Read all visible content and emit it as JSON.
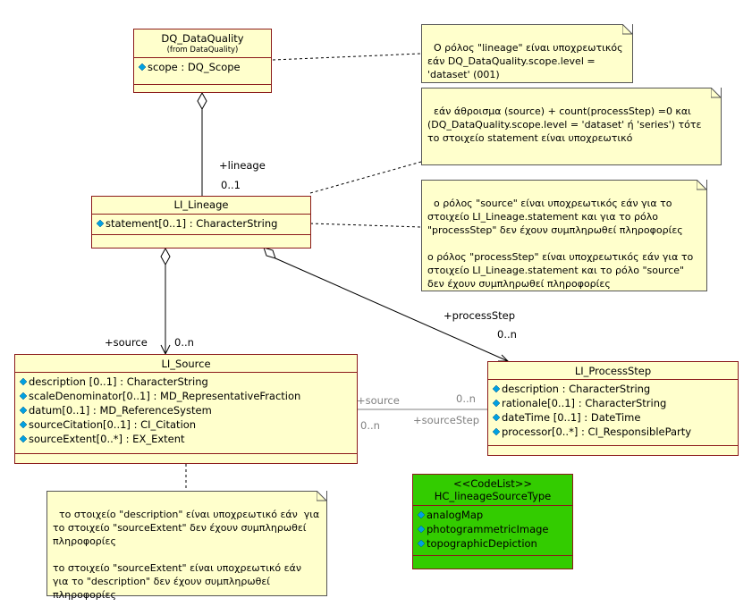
{
  "classes": {
    "dq_dataquality": {
      "name": "DQ_DataQuality",
      "from": "(from DataQuality)",
      "attributes": [
        "scope : DQ_Scope"
      ]
    },
    "li_lineage": {
      "name": "LI_Lineage",
      "attributes": [
        "statement[0..1] : CharacterString"
      ]
    },
    "li_source": {
      "name": "LI_Source",
      "attributes": [
        "description [0..1] : CharacterString",
        "scaleDenominator[0..1] : MD_RepresentativeFraction",
        "datum[0..1] : MD_ReferenceSystem",
        "sourceCitation[0..1] : CI_Citation",
        "sourceExtent[0..*] : EX_Extent"
      ]
    },
    "li_processstep": {
      "name": "LI_ProcessStep",
      "attributes": [
        "description : CharacterString",
        "rationale[0..1] : CharacterString",
        "dateTime [0..1] : DateTime",
        "processor[0..*] : CI_ResponsibleParty"
      ]
    },
    "hc_lineagesourcetype": {
      "stereotype": "<<CodeList>>",
      "name": "HC_lineageSourceType",
      "attributes": [
        "analogMap",
        "photogrammetricImage",
        "topographicDepiction"
      ]
    }
  },
  "notes": {
    "note1": "Ο ρόλος \"lineage\" είναι υποχρεωτικός\nεάν DQ_DataQuality.scope.level =\n'dataset' (001)",
    "note2": "εάν άθροισμα (source) + count(processStep) =0 και\n(DQ_DataQuality.scope.level = 'dataset' ή 'series') τότε\nτο στοιχείο statement είναι υποχρεωτικό",
    "note3": "ο ρόλος \"source\" είναι υποχρεωτικός εάν για το\nστοιχείο LI_Lineage.statement και για το ρόλο\n\"processStep\" δεν έχουν συμπληρωθεί πληροφορίες\n\nο ρόλος \"processStep\" είναι υποχρεωτικός εάν για το\nστοιχείο LI_Lineage.statement και το ρόλο \"source\"\nδεν έχουν συμπληρωθεί πληροφορίες",
    "note4": "το στοιχείο \"description\" είναι υποχρεωτικό εάν  για\nτο στοιχείο \"sourceExtent\" δεν έχουν συμπληρωθεί\nπληροφορίες\n\nτο στοιχείο \"sourceExtent\" είναι υποχρεωτικό εάν\nγια το \"description\" δεν έχουν συμπληρωθεί\nπληροφορίες"
  },
  "labels": {
    "lineage_role": "+lineage",
    "lineage_mult": "0..1",
    "source_role": "+source",
    "source_mult": "0..n",
    "processstep_role": "+processStep",
    "processstep_mult": "0..n",
    "assoc_source_role": "+source",
    "assoc_source_mult": "0..n",
    "assoc_sourcestep_role": "+sourceStep",
    "assoc_sourcestep_mult": "0..n"
  },
  "colors": {
    "class_fill": "#ffffcc",
    "class_border": "#8b1a1a",
    "codelist_fill": "#33cc00",
    "attribute_icon": "#00a0e0"
  }
}
